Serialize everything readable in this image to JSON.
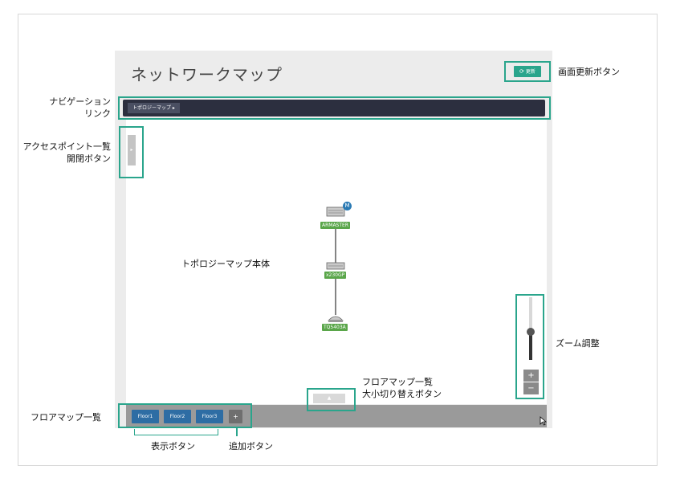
{
  "header": {
    "title": "ネットワークマップ",
    "refresh_label": "更新"
  },
  "nav": {
    "crumb": "トポロジーマップ ▸"
  },
  "ap_toggle": {
    "glyph": "▸"
  },
  "topology": {
    "nodes": [
      {
        "label": "ARMASTER",
        "badge": "M",
        "icon": "switch-icon"
      },
      {
        "label": "x230GP",
        "icon": "switch-icon"
      },
      {
        "label": "TQ5403A",
        "icon": "access-point-icon"
      }
    ]
  },
  "floors": {
    "items": [
      "Floor1",
      "Floor2",
      "Floor3"
    ],
    "add_label": "+"
  },
  "size_toggle": {
    "glyph": "▲"
  },
  "zoom": {
    "level": 0.45,
    "plus": "+",
    "minus": "−"
  },
  "callouts": {
    "refresh": "画面更新ボタン",
    "nav_line1": "ナビゲーション",
    "nav_line2": "リンク",
    "ap_line1": "アクセスポイント一覧",
    "ap_line2": "開閉ボタン",
    "topology": "トポロジーマップ本体",
    "zoom": "ズーム調整",
    "size_line1": "フロアマップ一覧",
    "size_line2": "大小切り替えボタン",
    "floor_list": "フロアマップ一覧",
    "show_buttons": "表示ボタン",
    "add_button": "追加ボタン"
  },
  "colors": {
    "accent": "#2aa58c",
    "nav": "#2c2f3f",
    "floor_button": "#2e6da4",
    "node_label": "#5aa64a"
  }
}
